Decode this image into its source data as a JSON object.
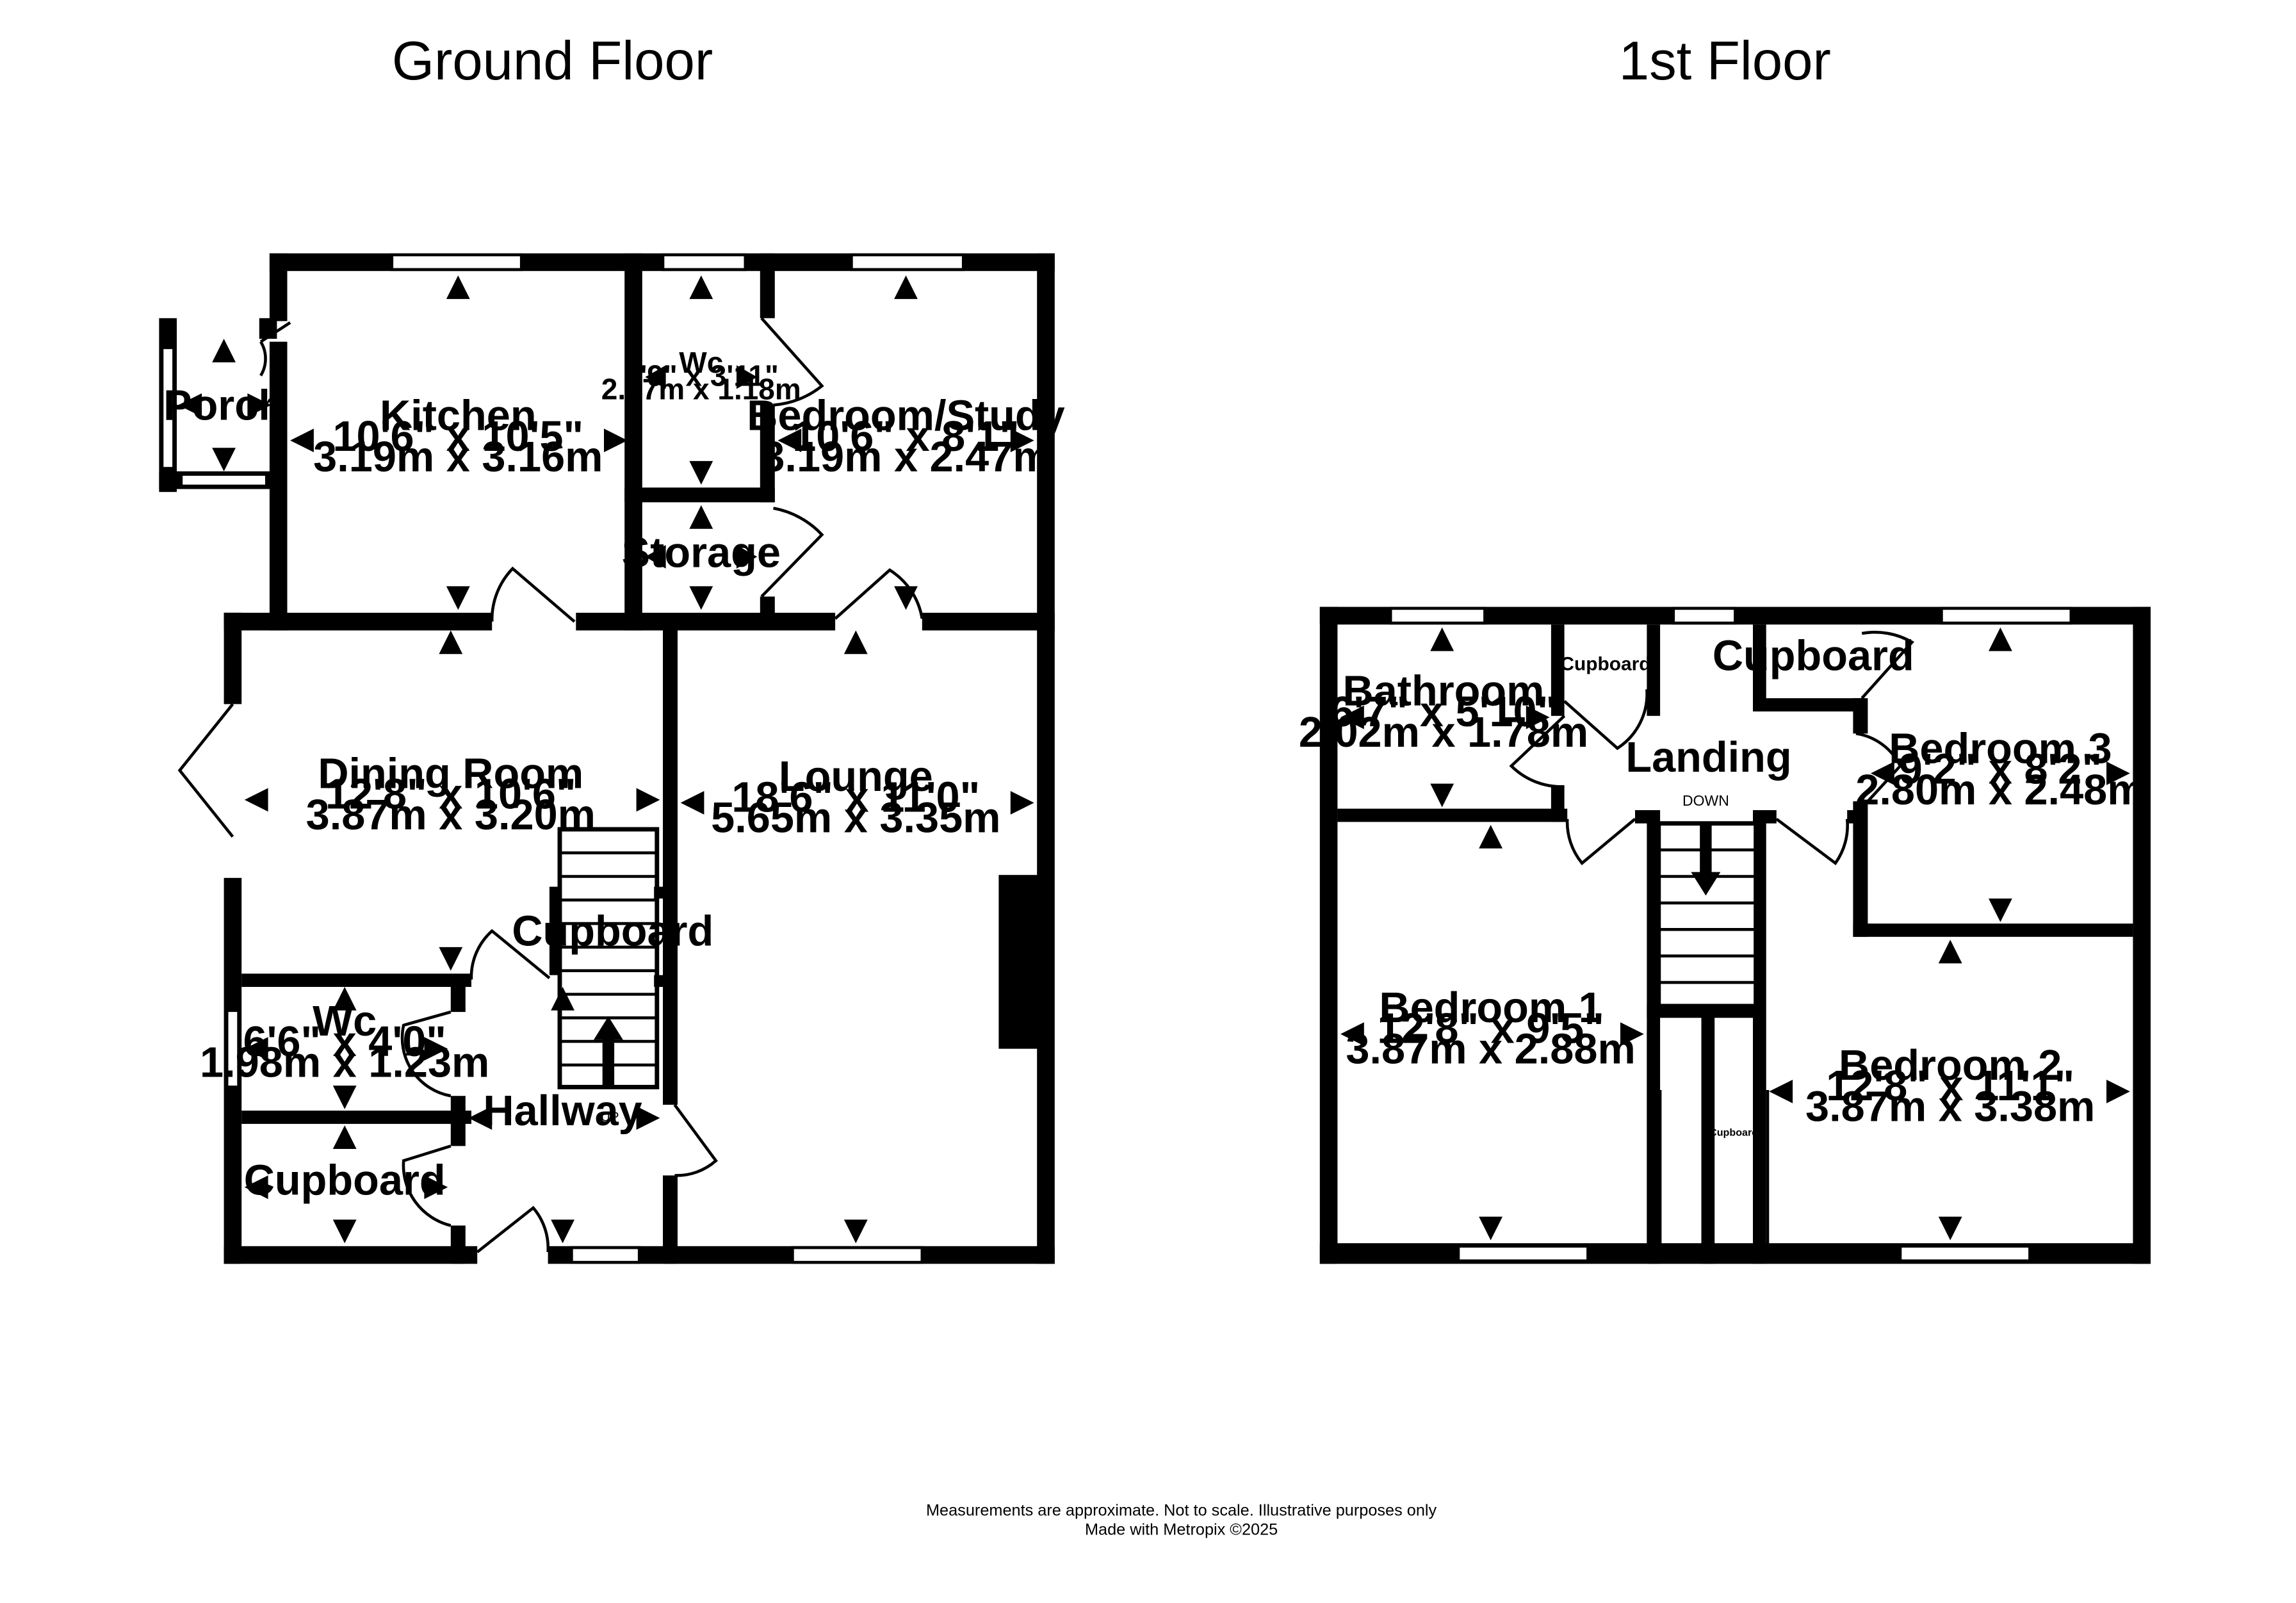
{
  "floors": {
    "ground": {
      "title": "Ground Floor",
      "rooms": {
        "porch": {
          "name": "Porch"
        },
        "kitchen": {
          "name": "Kitchen",
          "dim_imperial": "10'6\"  x 10'5\"",
          "dim_metric": "3.19m  x 3.16m"
        },
        "wc_upper": {
          "name": "Wc",
          "dim_imperial": "6'9\"  x 3'11\"",
          "dim_metric": "2.07m  x 1.18m"
        },
        "bedroom_study": {
          "name": "Bedroom/Study",
          "dim_imperial": "10'6\"  x 8'1\"",
          "dim_metric": "3.19m  x 2.47m"
        },
        "storage": {
          "name": "Storage"
        },
        "dining_room": {
          "name": "Dining Room",
          "dim_imperial": "12'8\"  x 10'6\"",
          "dim_metric": "3.87m  x 3.20m"
        },
        "lounge": {
          "name": "Lounge",
          "dim_imperial": "18'6\"  x 11'0\"",
          "dim_metric": "5.65m  x 3.35m"
        },
        "cupboard_stairs": {
          "name": "Cupboard"
        },
        "wc_lower": {
          "name": "Wc",
          "dim_imperial": "6'6\"  x 4'0\"",
          "dim_metric": "1.98m  x 1.23m"
        },
        "cupboard_lower": {
          "name": "Cupboard"
        },
        "hallway": {
          "name": "Hallway"
        }
      },
      "stairs_label": "UP"
    },
    "first": {
      "title": "1st Floor",
      "rooms": {
        "bathroom": {
          "name": "Bathroom",
          "dim_imperial": "6'7\"  x 5'10\"",
          "dim_metric": "2.02m  x 1.78m"
        },
        "cupboard_a": {
          "name": "Cupboard"
        },
        "cupboard_b": {
          "name": "Cupboard"
        },
        "landing": {
          "name": "Landing"
        },
        "bedroom3": {
          "name": "Bedroom 3",
          "dim_imperial": "9'2\"  x 8'2\"",
          "dim_metric": "2.80m  x 2.48m"
        },
        "bedroom1": {
          "name": "Bedroom 1",
          "dim_imperial": "12'8\"  x 9'5\"",
          "dim_metric": "3.87m  x 2.88m"
        },
        "bedroom2": {
          "name": "Bedroom 2",
          "dim_imperial": "12'8\"  x 11'1\"",
          "dim_metric": "3.87m  x 3.38m"
        },
        "cupboard_small": {
          "name": "Cupboard"
        }
      },
      "stairs_label": "DOWN"
    }
  },
  "footer": {
    "line1": "Measurements are approximate.  Not to scale.  Illustrative purposes only",
    "line2": "Made with Metropix ©2025"
  },
  "colors": {
    "wall": "#000000",
    "background": "#ffffff"
  }
}
